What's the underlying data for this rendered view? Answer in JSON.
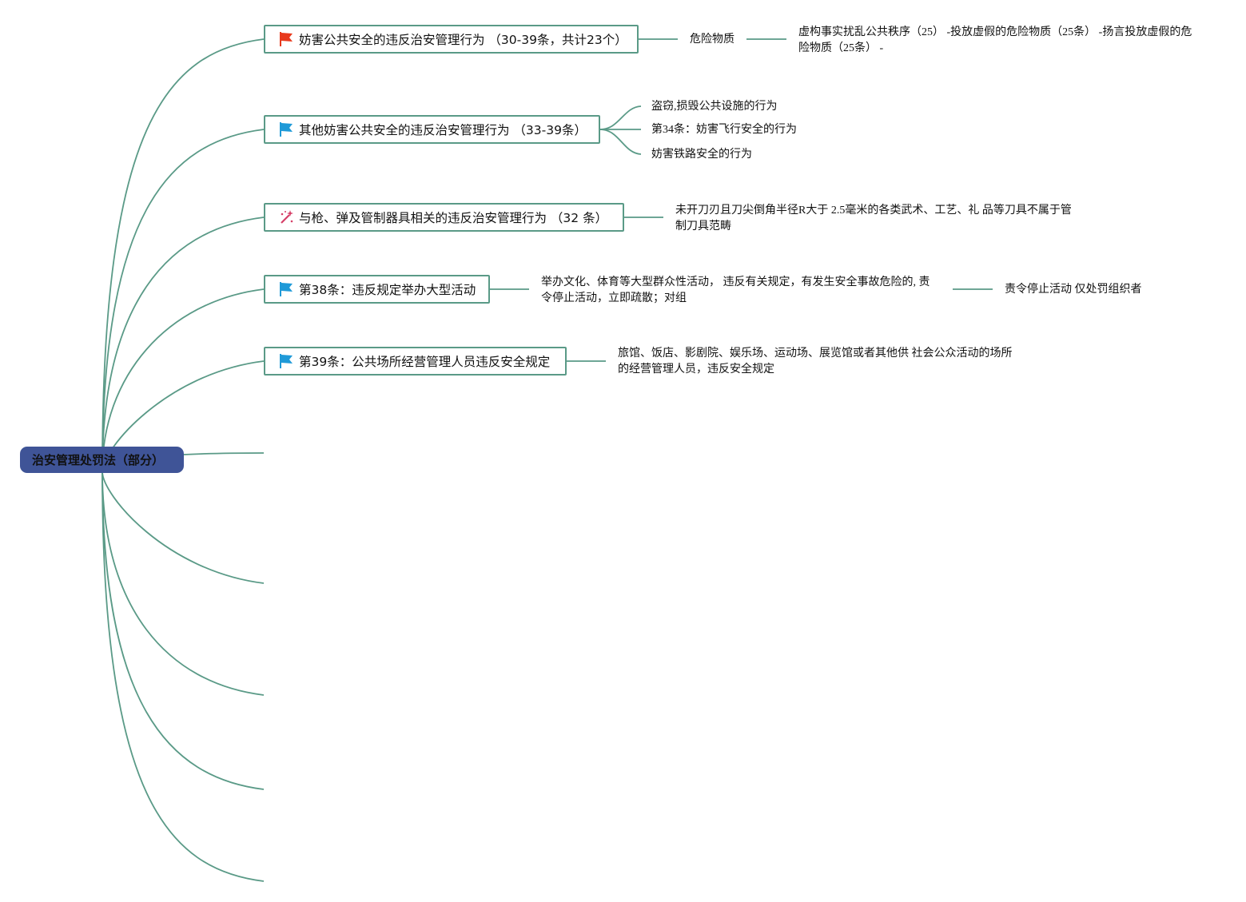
{
  "colors": {
    "line": "#5a9a87",
    "root_fill": "#3f5497",
    "flag_red": "#e8391c",
    "flag_blue": "#1f9ad8",
    "wand": "#d63f67"
  },
  "root": {
    "label": "治安管理处罚法（部分）"
  },
  "branches": [
    {
      "label": "妨害公共安全的违反治安管理行为 （30-39条，共计23个）",
      "icon": "red-flag-icon",
      "sub": "危险物质",
      "detail": "虚构事实扰乱公共秩序（25） -投放虚假的危险物质（25条） -扬言投放虚假的危险物质（25条） -"
    },
    {
      "label": "其他妨害公共安全的违反治安管理行为 （33-39条）",
      "icon": "blue-flag-icon",
      "items": [
        "盗窃,损毁公共设施的行为",
        "第34条：妨害飞行安全的行为",
        "妨害铁路安全的行为"
      ]
    },
    {
      "label": "与枪、弹及管制器具相关的违反治安管理行为 （32 条）",
      "icon": "magic-wand-icon",
      "detail": "未开刀刃且刀尖倒角半径R大于 2.5毫米的各类武术、工艺、礼 品等刀具不属于管制刀具范畴"
    },
    {
      "label": "第38条：违反规定举办大型活动",
      "icon": "blue-flag-icon",
      "detail": "举办文化、体育等大型群众性活动， 违反有关规定，有发生安全事故危险的, 责令停止活动，立即疏散；对组",
      "result": "责令停止活动 仅处罚组织者"
    },
    {
      "label": "第39条：公共场所经营管理人员违反安全规定",
      "icon": "blue-flag-icon",
      "detail": "旅馆、饭店、影剧院、娱乐场、运动场、展览馆或者其他供 社会公众活动的场所的经营管理人员，违反安全规定"
    }
  ]
}
